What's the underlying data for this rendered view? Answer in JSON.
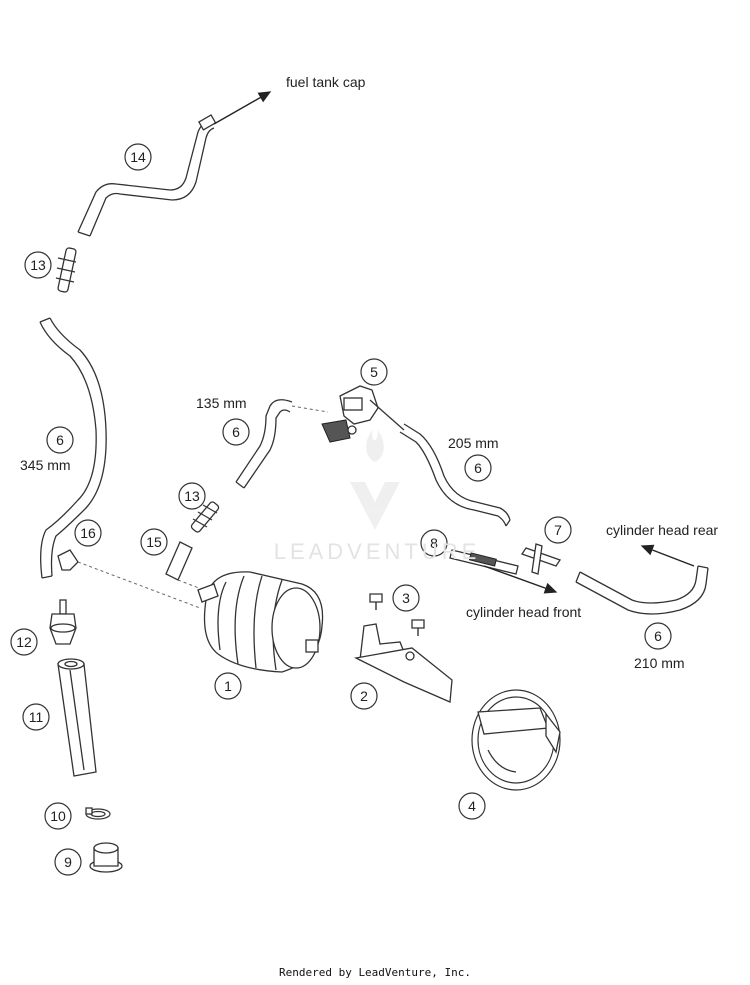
{
  "labels": {
    "fuel_tank_cap": "fuel tank cap",
    "cylinder_head_rear": "cylinder head rear",
    "cylinder_head_front": "cylinder head front",
    "len_345": "345 mm",
    "len_135": "135 mm",
    "len_205": "205 mm",
    "len_210": "210 mm"
  },
  "callouts": {
    "c1": "1",
    "c2": "2",
    "c3": "3",
    "c4": "4",
    "c5": "5",
    "c6a": "6",
    "c6b": "6",
    "c6c": "6",
    "c6d": "6",
    "c7": "7",
    "c8": "8",
    "c9": "9",
    "c10": "10",
    "c11": "11",
    "c12": "12",
    "c13a": "13",
    "c13b": "13",
    "c14": "14",
    "c15": "15",
    "c16": "16"
  },
  "watermark": "LEADVENTURE",
  "footer": "Rendered by LeadVenture, Inc.",
  "colors": {
    "line": "#333333",
    "text": "#222222",
    "watermark": "#e3e3e3"
  }
}
